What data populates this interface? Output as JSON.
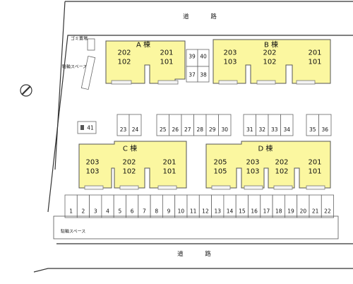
{
  "roads": {
    "top": "道 路",
    "bottom": "道 路"
  },
  "facilities": {
    "garbage": "ゴミ置場",
    "bicycle_left": "駐輪スペース",
    "bicycle_bottom": "駐輪スペース"
  },
  "buildings": [
    {
      "name": "A 棟",
      "units": [
        [
          "202",
          "102"
        ],
        [
          "201",
          "101"
        ]
      ]
    },
    {
      "name": "B 棟",
      "units": [
        [
          "203",
          "103"
        ],
        [
          "202",
          "102"
        ],
        [
          "201",
          "101"
        ]
      ]
    },
    {
      "name": "C 棟",
      "units": [
        [
          "203",
          "103"
        ],
        [
          "202",
          "102"
        ],
        [
          "201",
          "101"
        ]
      ]
    },
    {
      "name": "D 棟",
      "units": [
        [
          "205",
          "105"
        ],
        [
          "203",
          "103"
        ],
        [
          "202",
          "102"
        ],
        [
          "201",
          "101"
        ]
      ]
    }
  ],
  "parking": {
    "upper_pair": [
      "39",
      "40",
      "37",
      "38"
    ],
    "single": "41",
    "group_a": [
      "23",
      "24"
    ],
    "group_b": [
      "25",
      "26",
      "27",
      "28",
      "29",
      "30"
    ],
    "group_c": [
      "31",
      "32",
      "33",
      "34"
    ],
    "group_d": [
      "35",
      "36"
    ],
    "bottom_row": [
      "1",
      "2",
      "3",
      "4",
      "5",
      "6",
      "7",
      "8",
      "9",
      "10",
      "11",
      "12",
      "13",
      "14",
      "15",
      "16",
      "17",
      "18",
      "19",
      "20",
      "21",
      "22"
    ]
  },
  "icons": {
    "compass": "north-arrow-icon"
  }
}
